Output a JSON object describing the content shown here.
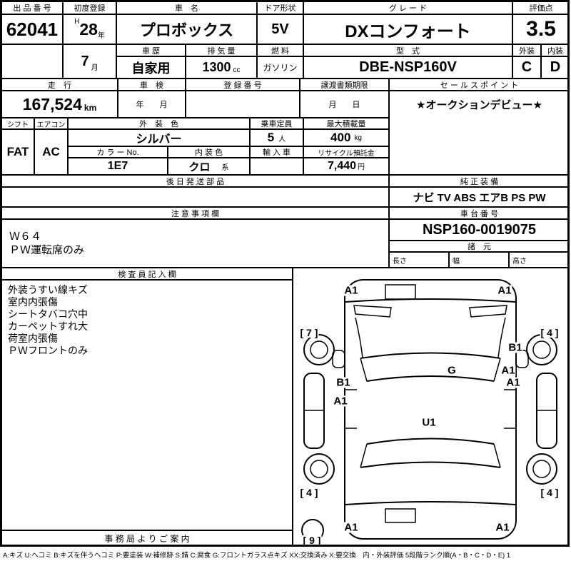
{
  "top": {
    "auction_no_label": "出 品 番 号",
    "auction_no": "62041",
    "first_reg_label": "初度登録",
    "era": "H",
    "reg_year": "28",
    "year_suffix": "年",
    "reg_month": "7",
    "month_suffix": "月",
    "car_name_label": "車　名",
    "car_name": "プロボックス",
    "door_label": "ドア形状",
    "door": "5V",
    "grade_label": "グ レ ー ド",
    "grade": "DXコンフォート",
    "score_label": "評価点",
    "score": "3.5",
    "history_label": "車 歴",
    "history": "自家用",
    "displacement_label": "排 気 量",
    "displacement": "1300",
    "displacement_unit": "cc",
    "fuel_label": "燃 料",
    "fuel": "ガソリン",
    "model_label": "型　式",
    "model": "DBE-NSP160V",
    "ext_label": "外装",
    "int_label": "内装",
    "ext_grade": "C",
    "int_grade": "D"
  },
  "band2": {
    "mileage_label": "走　行",
    "mileage": "167,524",
    "mileage_unit": "km",
    "shaken_label": "車　検",
    "shaken_value": "年　　月",
    "regno_label": "登 録 番 号",
    "transfer_label": "譲渡書類期限",
    "transfer_value": "月　　日",
    "salespoint_label": "セ ー ル ス ポ イ ン ト",
    "salespoint": "★オークションデビュー★"
  },
  "band3": {
    "shift_label": "シフト",
    "shift": "FAT",
    "aircon_label": "エアコン",
    "aircon": "AC",
    "ext_color_label": "外　装　色",
    "ext_color": "シルバー",
    "capacity_label": "乗車定員",
    "capacity": "5",
    "capacity_unit": "人",
    "max_load_label": "最大積載量",
    "max_load": "400",
    "max_load_unit": "kg",
    "color_no_label": "カ ラ ー No.",
    "color_no": "1E7",
    "int_color_label": "内 装 色",
    "int_color": "クロ",
    "int_color_suffix": "系",
    "import_label": "輸 入 車",
    "recycle_label": "リサイクル預託金",
    "recycle": "7,440",
    "recycle_unit": "円"
  },
  "band4": {
    "parts_label": "後 日 発 送 部 品",
    "equipment_label": "純 正 装 備",
    "equipment": "ナビ TV ABS エアB PS PW"
  },
  "band5": {
    "notes_label": "注 意 事 項 欄",
    "notes": [
      "Ｗ６４",
      "ＰＷ運転席のみ"
    ],
    "chassis_label": "車 台 番 号",
    "chassis_no": "NSP160-0019075",
    "dims_label": "諸　元",
    "length_label": "長さ",
    "width_label": "幅",
    "height_label": "高さ"
  },
  "band6": {
    "inspector_label": "検 査 員 記 入 欄",
    "lines": [
      "外装うすい線キズ",
      "室内内張傷",
      "シートタバコ穴中",
      "カーペットすれ大",
      "荷室内張傷",
      "ＰＷフロントのみ"
    ],
    "office_label": "事 務 局 よ り ご 案 内"
  },
  "diagram": {
    "front_left": "A1",
    "front_right": "A1",
    "left_top_bracket": "[ 7 ]",
    "right_top_bracket": "[ 4 ]",
    "right_b1": "B1",
    "right_a1_upper": "A1",
    "windshield_g": "G",
    "left_b1": "B1",
    "left_a1": "A1",
    "right_a1_lower": "A1",
    "roof_u1": "U1",
    "left_bottom_bracket": "[ 4 ]",
    "right_bottom_bracket": "[ 4 ]",
    "rear_left": "A1",
    "rear_right": "A1",
    "spare_bracket": "[ 9 ]"
  },
  "legend": "A:キズ U:ヘコミ B:キズを伴うヘコミ P:要塗装 W:補修跡 S:錆 C:腐食 G:フロントガラス点キズ XX:交換済み X:要交換　内・外装評価 5段階ランク順(A・B・C・D・E) 1"
}
